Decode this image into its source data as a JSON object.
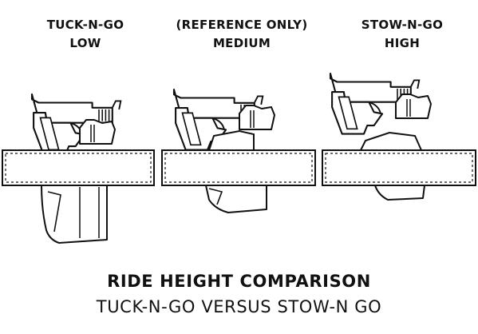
{
  "columns": [
    {
      "line1": "TUCK-N-GO",
      "line2": "LOW"
    },
    {
      "line1": "(REFERENCE ONLY)",
      "line2": "MEDIUM"
    },
    {
      "line1": "STOW-N-GO",
      "line2": "HIGH"
    }
  ],
  "footer": {
    "title": "RIDE HEIGHT COMPARISON",
    "subtitle": "TUCK-N-GO VERSUS STOW-N GO"
  },
  "colors": {
    "ink": "#111111",
    "background": "#ffffff"
  },
  "icons": [
    "pistol-in-holster-illustration",
    "belt-illustration"
  ]
}
